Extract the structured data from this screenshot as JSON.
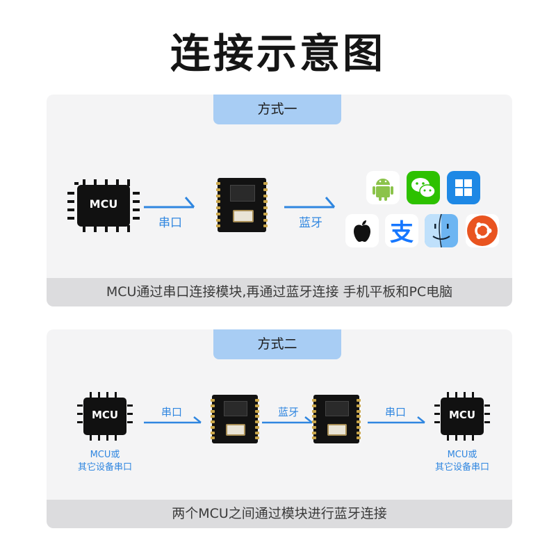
{
  "title": "连接示意图",
  "method1": {
    "tab": "方式一",
    "chip_label": "MCU",
    "arrow1_label": "串口",
    "arrow2_label": "蓝牙",
    "caption": "MCU通过串口连接模块,再通过蓝牙连接 手机平板和PC电脑",
    "device_icons": [
      "android-icon",
      "wechat-icon",
      "windows-icon",
      "apple-icon",
      "alipay-icon",
      "finder-icon",
      "ubuntu-icon"
    ]
  },
  "method2": {
    "tab": "方式二",
    "left_chip_label": "MCU",
    "right_chip_label": "MCU",
    "arrow1_label": "串口",
    "arrow2_label": "蓝牙",
    "arrow3_label": "串口",
    "left_caption_line1": "MCU或",
    "left_caption_line2": "其它设备串口",
    "right_caption_line1": "MCU或",
    "right_caption_line2": "其它设备串口",
    "caption": "两个MCU之间通过模块进行蓝牙连接"
  },
  "colors": {
    "accent_blue": "#2f86e0",
    "tab_bg": "#a8cdf4",
    "panel_bg": "#f4f4f5",
    "caption_bg": "#dcdcde"
  }
}
